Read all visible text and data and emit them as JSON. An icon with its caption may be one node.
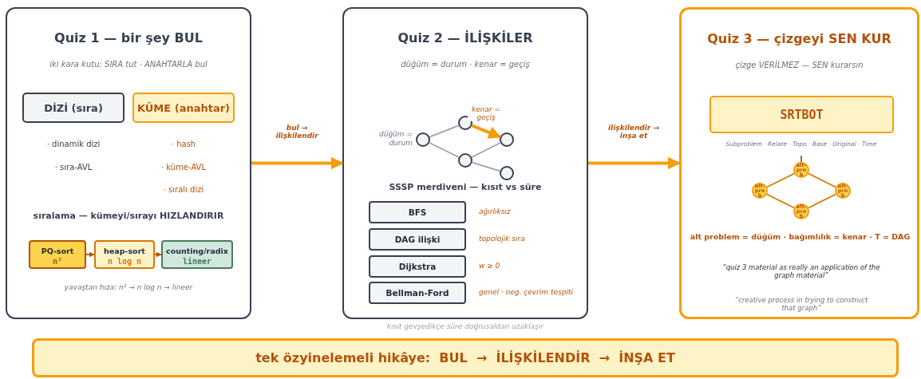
{
  "diagram": {
    "nodes": [
      {
        "text": [
          "Quiz 1 — bir şey BUL",
          "iki kara kutu: SIRA tut · ANAHTARLA bul"
        ]
      },
      {
        "text": [
          "DİZİ (sıra)"
        ],
        "in": 0
      },
      {
        "text": [
          "KÜME (anahtar)"
        ],
        "in": 0
      },
      {
        "text": [
          "PQ-sort",
          "n²"
        ],
        "in": 0
      },
      {
        "text": [
          "heap-sort",
          "n log n"
        ],
        "in": 0
      },
      {
        "text": [
          "counting/radix",
          "lineer"
        ],
        "in": 0
      },
      {
        "text": [
          "Quiz 2 — İLİŞKİLER",
          "düğüm = durum · kenar = geçiş"
        ]
      },
      {
        "text": [],
        "shape": "circle",
        "in": 6,
        "beside": [
          "düğüm = durum"
        ]
      },
      {
        "text": [],
        "shape": "circle",
        "in": 6
      },
      {
        "text": [],
        "shape": "circle",
        "in": 6
      },
      {
        "text": [],
        "shape": "circle",
        "in": 6
      },
      {
        "text": [],
        "shape": "circle",
        "in": 6
      },
      {
        "text": [
          "BFS"
        ],
        "in": 6,
        "beside": [
          "ağırlıksız"
        ]
      },
      {
        "text": [
          "DAG ilişki"
        ],
        "in": 6,
        "beside": [
          "topolojik sıra"
        ]
      },
      {
        "text": [
          "Dijkstra"
        ],
        "in": 6,
        "beside": [
          "w ≥ 0"
        ]
      },
      {
        "text": [
          "Bellman-Ford"
        ],
        "in": 6,
        "beside": [
          "genel · neg. çevrim tespiti"
        ]
      },
      {
        "text": [
          "Quiz 3 — çizgeyi SEN KUR",
          "çizge VERİLMEZ — SEN kurarsın"
        ]
      },
      {
        "text": [
          "SRTBOT"
        ],
        "in": 16
      },
      {
        "text": [
          "alt-prob"
        ],
        "in": 16
      },
      {
        "text": [
          "alt-prob"
        ],
        "in": 16
      },
      {
        "text": [
          "alt-prob"
        ],
        "in": 16
      },
      {
        "text": [
          "alt-prob"
        ],
        "in": 16
      },
      {
        "text": [
          "tek özyinelemeli hikâye:  BUL  →  İLİŞKİLENDİR  →  İNŞA ET"
        ]
      }
    ],
    "edges": [
      {
        "from": 0,
        "to": 6,
        "arrow": "to",
        "label": "bul → ilişkilendir",
        "style": "thick",
        "color": "#f59e0b"
      },
      {
        "from": 6,
        "to": 16,
        "arrow": "to",
        "label": "ilişkilendir → inşa et",
        "style": "thick",
        "color": "#f59e0b"
      },
      {
        "from": 3,
        "to": 4,
        "arrow": "to",
        "color": "#b45309"
      },
      {
        "from": 4,
        "to": 5,
        "arrow": "to",
        "color": "#b45309"
      },
      {
        "from": 7,
        "to": 8,
        "arrow": "none"
      },
      {
        "from": 7,
        "to": 10,
        "arrow": "none"
      },
      {
        "from": 8,
        "to": 9,
        "arrow": "to",
        "label": "kenar = geçiş",
        "style": "thick",
        "color": "#f59e0b"
      },
      {
        "from": 10,
        "to": 9,
        "arrow": "none"
      },
      {
        "from": 10,
        "to": 11,
        "arrow": "none"
      },
      {
        "from": null,
        "to": 18,
        "arrow": "none",
        "color": "#b45309"
      },
      {
        "from": 18,
        "to": 19,
        "arrow": "none",
        "color": "#d97706"
      },
      {
        "from": 18,
        "to": 20,
        "arrow": "none",
        "color": "#d97706"
      },
      {
        "from": 19,
        "to": 21,
        "arrow": "none",
        "color": "#d97706"
      },
      {
        "from": 20,
        "to": 21,
        "arrow": "none",
        "color": "#d97706"
      }
    ],
    "labels": [
      "· dinamik dizi",
      "· hash",
      "· sıra-AVL",
      "· küme-AVL",
      "· sıralı dizi",
      "sıralama — kümeyi/sırayı HIZLANDIRIR",
      "yavaştan hıza: n² → n log n → lineer",
      "SSSP merdiveni — kısıt vs süre",
      "kısıt gevşedikçe süre doğrusaldan uzaklaşır",
      "Subproblem · Relate · Topo · Base · Original · Time",
      "alt problem = düğüm · bağımlılık = kenar · T = DAG",
      "“quiz 3 material as really an application of the graph material”",
      "“creative process in trying to construct that graph”"
    ]
  }
}
